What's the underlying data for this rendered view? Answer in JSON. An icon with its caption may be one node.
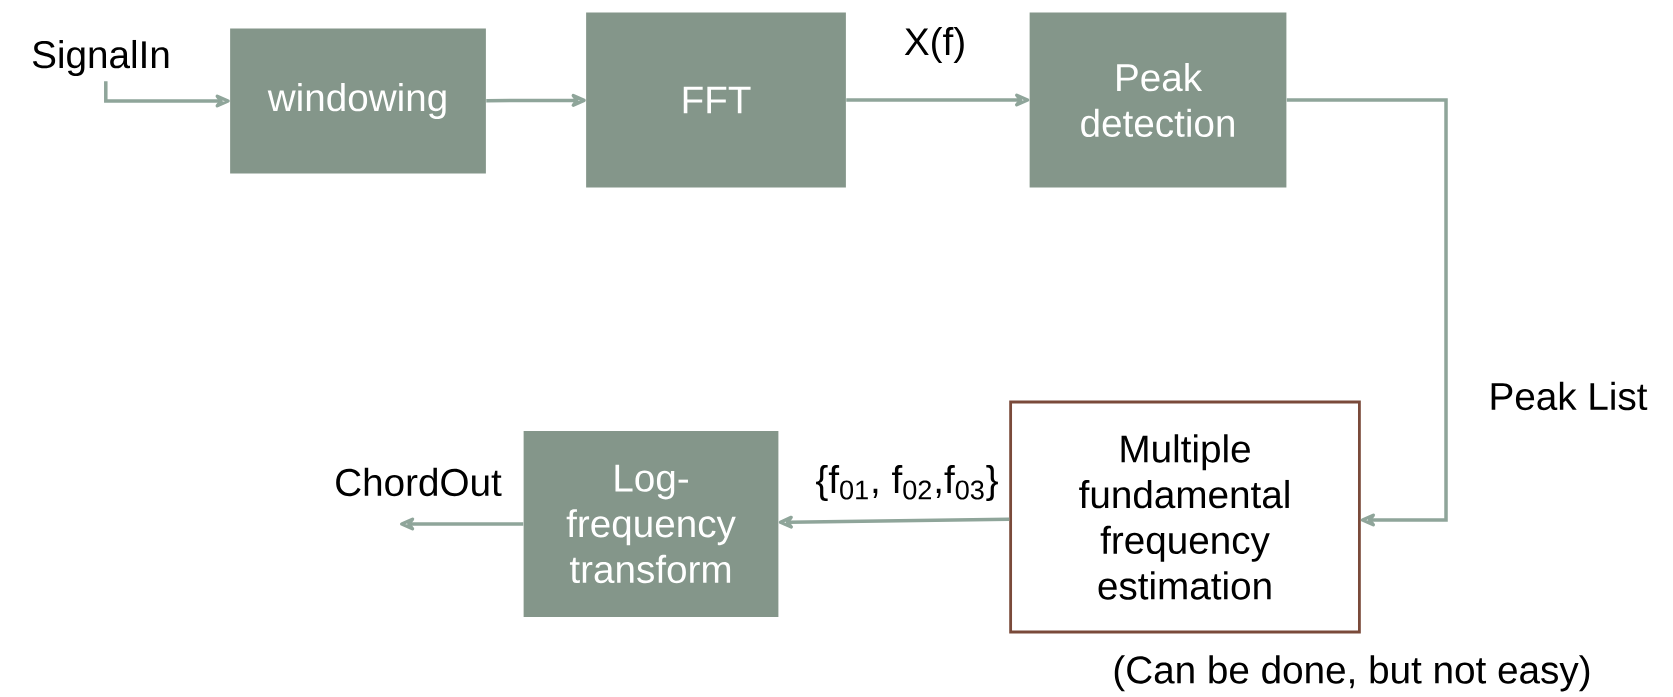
{
  "diagram": {
    "nodes": [
      {
        "text": [
          "SignalIn"
        ]
      },
      {
        "text": [
          "windowing"
        ]
      },
      {
        "text": [
          "FFT"
        ]
      },
      {
        "text": [
          "Peak detection"
        ]
      },
      {
        "text": [
          "Multiple fundamental frequency estimation"
        ],
        "beside": [
          "(Can be done, but not easy)"
        ]
      },
      {
        "text": [
          "Log-frequency transform"
        ]
      },
      {
        "text": [
          "ChordOut"
        ]
      }
    ],
    "edges": [
      {
        "from": 0,
        "to": 1,
        "arrow": "to"
      },
      {
        "from": 1,
        "to": 2,
        "arrow": "to"
      },
      {
        "from": 2,
        "to": 3,
        "arrow": "to",
        "label": "X(f)"
      },
      {
        "from": 3,
        "to": 4,
        "arrow": "to",
        "label": "Peak List"
      },
      {
        "from": 4,
        "to": 5,
        "arrow": "to",
        "label": "{f$_{01}$, f$_{02}$,f$_{03}$}"
      },
      {
        "from": 5,
        "to": 6,
        "arrow": "to"
      }
    ]
  }
}
